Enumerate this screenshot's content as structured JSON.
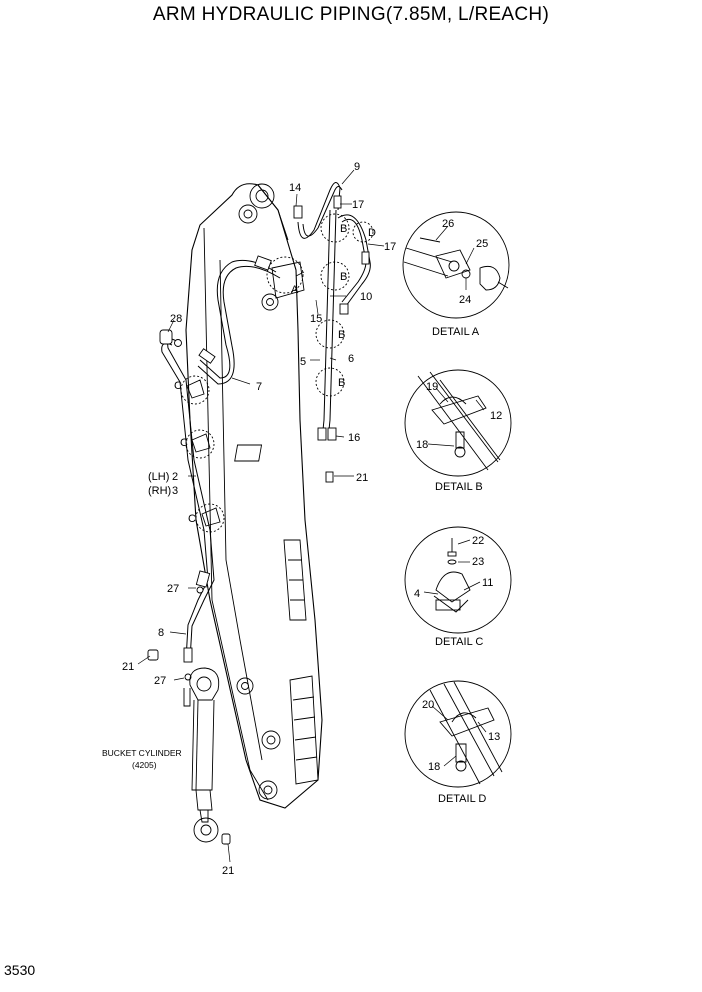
{
  "title": "ARM HYDRAULIC PIPING(7.85M, L/REACH)",
  "page_number": "3530",
  "parts": {
    "p2": "2",
    "p3": "3",
    "p4": "4",
    "p5": "5",
    "p6": "6",
    "p7": "7",
    "p8": "8",
    "p9": "9",
    "p10": "10",
    "p11": "11",
    "p12": "12",
    "p13": "13",
    "p14": "14",
    "p15": "15",
    "p16": "16",
    "p17a": "17",
    "p17b": "17",
    "p18b": "18",
    "p18d": "18",
    "p19": "19",
    "p20": "20",
    "p21a": "21",
    "p21b": "21",
    "p21c": "21",
    "p22": "22",
    "p23": "23",
    "p24": "24",
    "p25": "25",
    "p26": "26",
    "p27a": "27",
    "p27b": "27",
    "p28": "28"
  },
  "side_labels": {
    "lh": "(LH)",
    "rh": "(RH)"
  },
  "callouts": {
    "a": "A",
    "b": "B",
    "c": "C",
    "d": "D"
  },
  "details": {
    "a": "DETAIL A",
    "b": "DETAIL B",
    "c": "DETAIL C",
    "d": "DETAIL D"
  },
  "bucket_cylinder": {
    "label": "BUCKET CYLINDER",
    "ref": "(4205)"
  }
}
